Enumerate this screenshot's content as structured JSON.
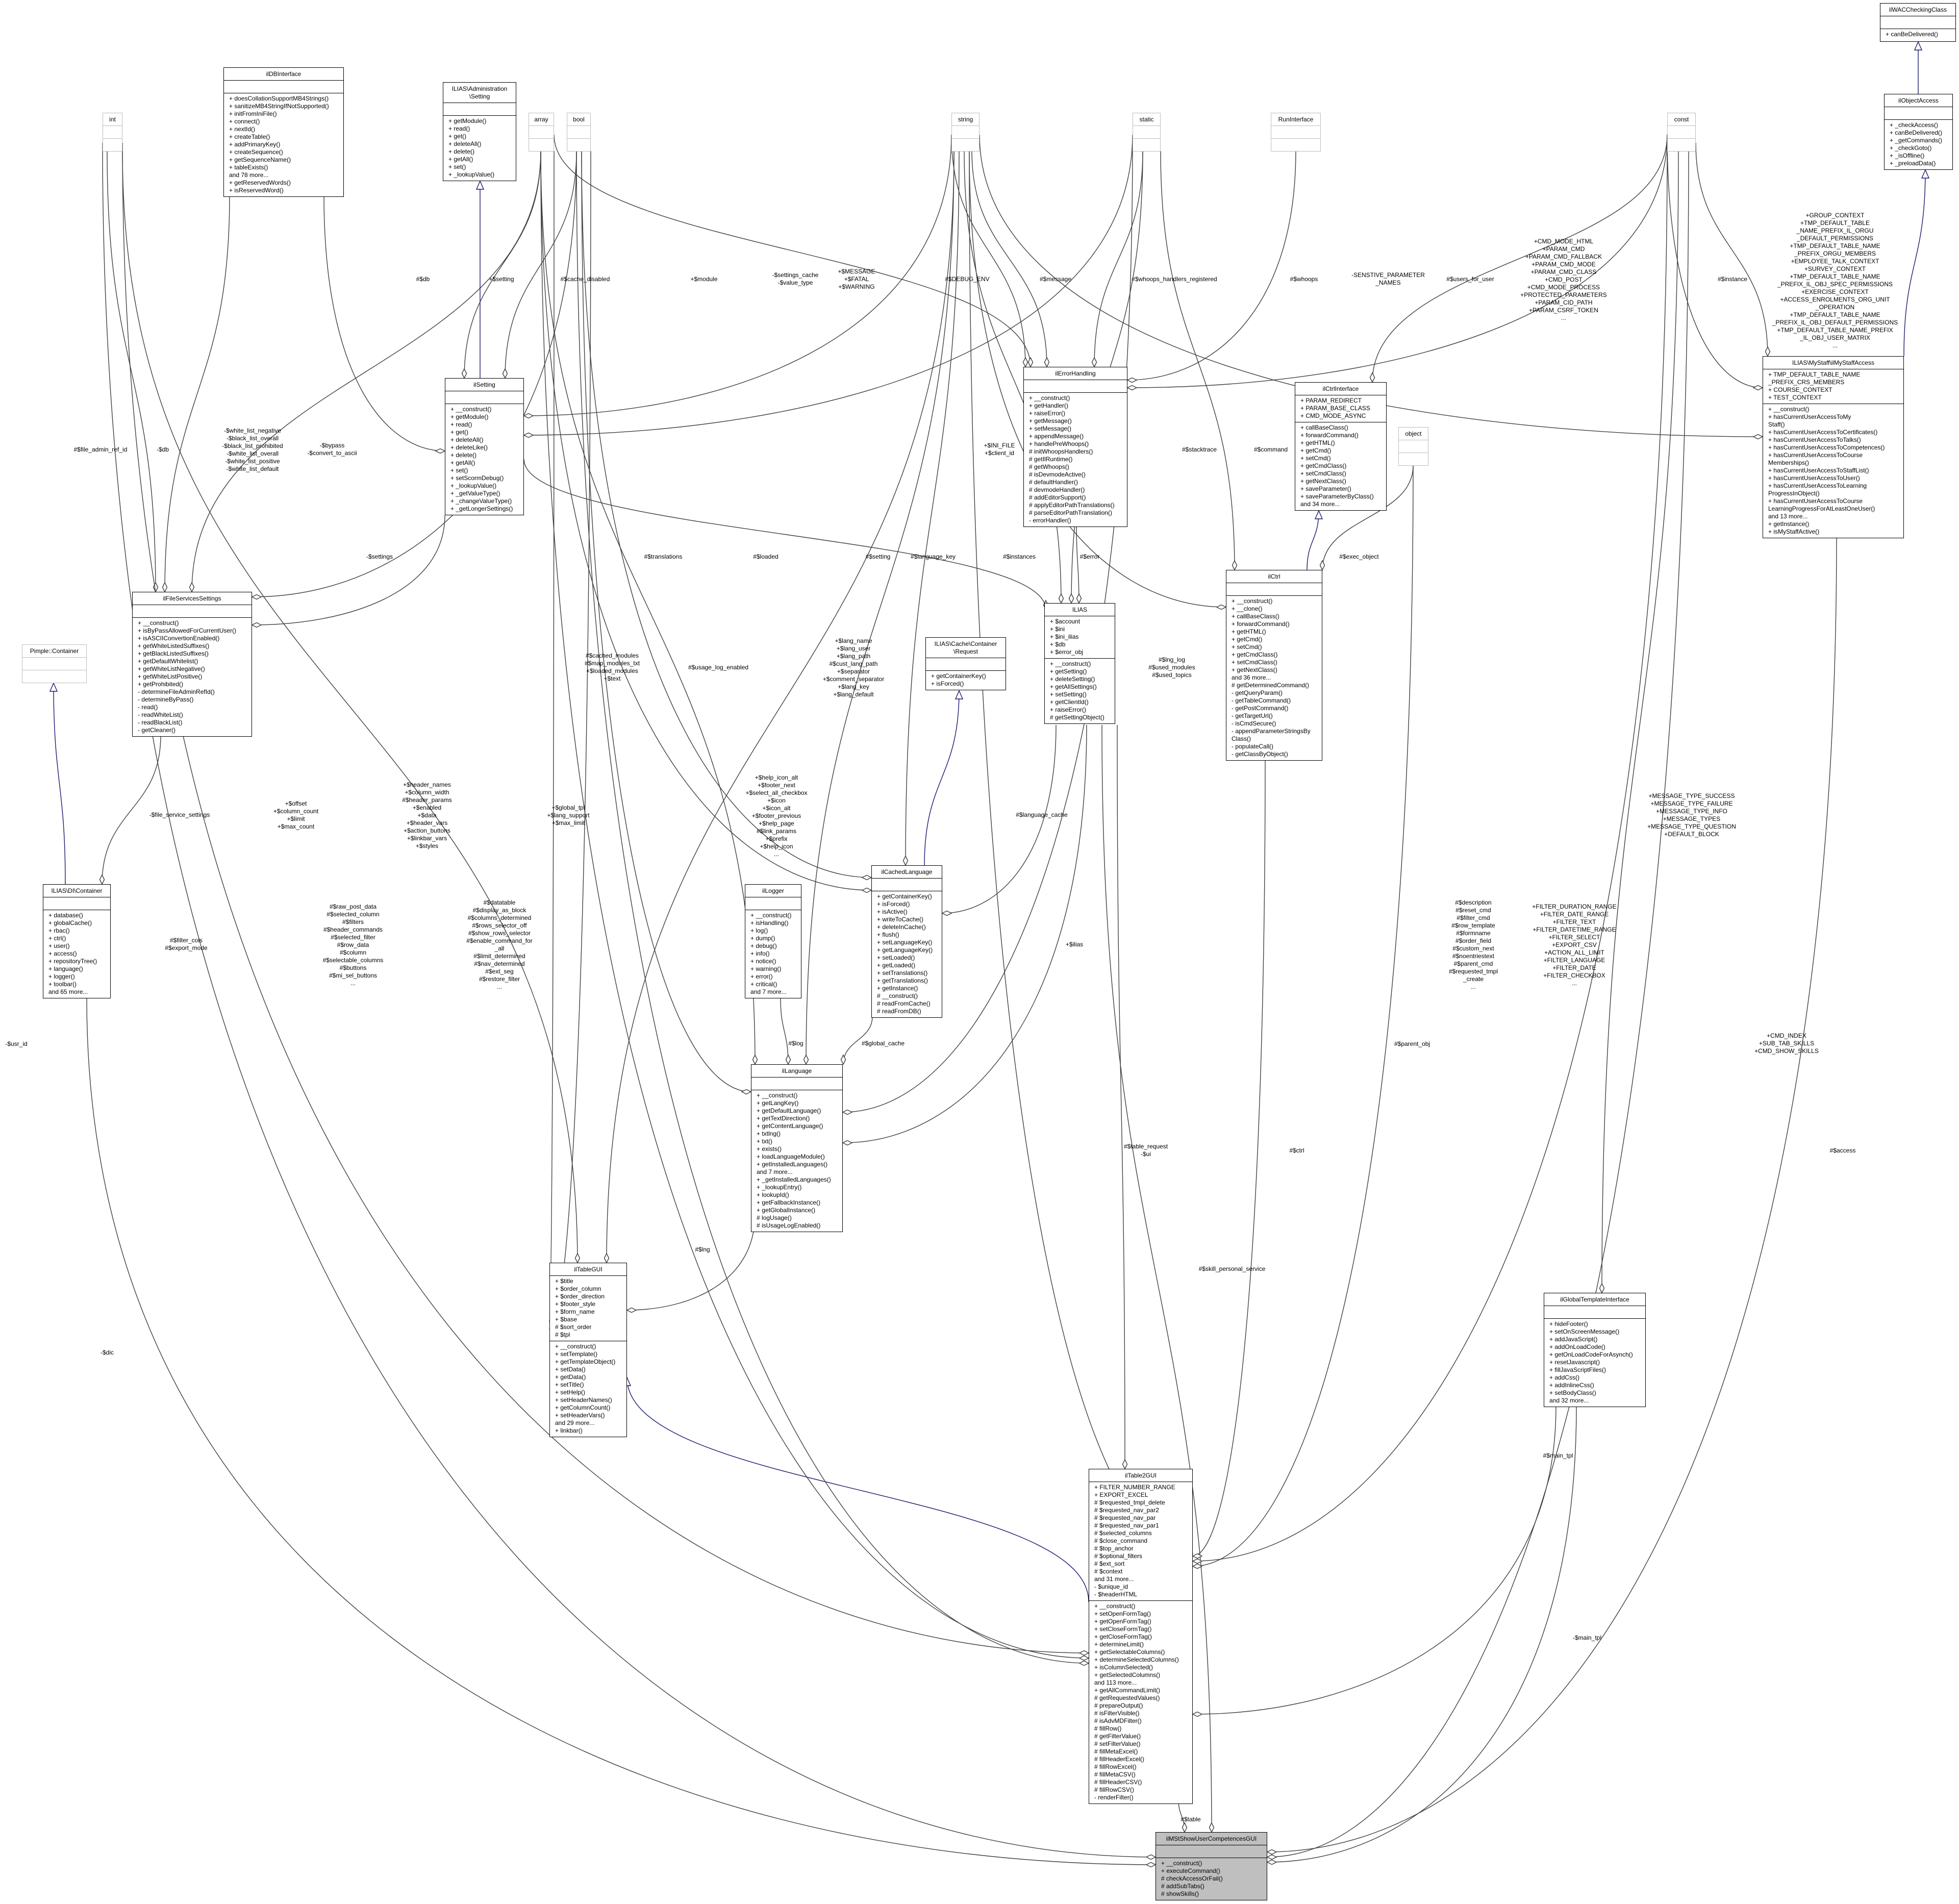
{
  "classes": [
    {
      "id": "wac",
      "name": "ilWACCheckingClass",
      "attributes": [],
      "methods": [
        "+ canBeDelivered()"
      ]
    },
    {
      "id": "objaccess",
      "name": "ilObjectAccess",
      "attributes": [],
      "methods": [
        "+ _checkAccess()",
        "+ canBeDelivered()",
        "+ _getCommands()",
        "+ _checkGoto()",
        "+ _isOffline()",
        "+ _preloadData()"
      ]
    },
    {
      "id": "int",
      "name": "int",
      "type": true,
      "attributes": [],
      "methods": []
    },
    {
      "id": "dbi",
      "name": "ilDBInterface",
      "attributes": [],
      "methods": [
        "+ doesCollationSupportMB4Strings()",
        "+ sanitizeMB4StringIfNotSupported()",
        "+ initFromIniFile()",
        "+ connect()",
        "+ nextId()",
        "+ createTable()",
        "+ addPrimaryKey()",
        "+ createSequence()",
        "+ getSequenceName()",
        "+ tableExists()",
        "and 78 more...",
        "+ getReservedWords()",
        "+ isReservedWord()"
      ]
    },
    {
      "id": "adminsetting",
      "name": "ILIAS\\Administration\n\\Setting",
      "attributes": [],
      "methods": [
        "+ getModule()",
        "+ read()",
        "+ get()",
        "+ deleteAll()",
        "+ delete()",
        "+ getAll()",
        "+ set()",
        "+ _lookupValue()"
      ]
    },
    {
      "id": "array",
      "name": "array",
      "type": true,
      "attributes": [],
      "methods": []
    },
    {
      "id": "bool",
      "name": "bool",
      "type": true,
      "attributes": [],
      "methods": []
    },
    {
      "id": "string",
      "name": "string",
      "type": true,
      "attributes": [],
      "methods": []
    },
    {
      "id": "static",
      "name": "static",
      "type": true,
      "attributes": [],
      "methods": []
    },
    {
      "id": "run",
      "name": "RunInterface",
      "type": true,
      "attributes": [],
      "methods": []
    },
    {
      "id": "const",
      "name": "const",
      "type": true,
      "attributes": [],
      "methods": []
    },
    {
      "id": "ilsetting",
      "name": "ilSetting",
      "attributes": [],
      "methods": [
        "+ __construct()",
        "+ getModule()",
        "+ read()",
        "+ get()",
        "+ deleteAll()",
        "+ deleteLike()",
        "+ delete()",
        "+ getAll()",
        "+ set()",
        "+ setScormDebug()",
        "+ _lookupValue()",
        "+ _getValueType()",
        "+ _changeValueType()",
        "+ _getLongerSettings()"
      ]
    },
    {
      "id": "errhandling",
      "name": "ilErrorHandling",
      "attributes": [],
      "methods": [
        "+ __construct()",
        "+ getHandler()",
        "+ raiseError()",
        "+ getMessage()",
        "+ setMessage()",
        "+ appendMessage()",
        "+ handlePreWhoops()",
        "# initWhoopsHandlers()",
        "# getIlRuntime()",
        "# getWhoops()",
        "# isDevmodeActive()",
        "# defaultHandler()",
        "# devmodeHandler()",
        "# addEditorSupport()",
        "# applyEditorPathTranslations()",
        "# parseEditorPathTranslation()",
        "- errorHandler()"
      ]
    },
    {
      "id": "ctrlif",
      "name": "ilCtrlInterface",
      "attributes": [
        "+ PARAM_REDIRECT",
        "+ PARAM_BASE_CLASS",
        "+ CMD_MODE_ASYNC"
      ],
      "methods": [
        "+ callBaseClass()",
        "+ forwardCommand()",
        "+ getHTML()",
        "+ getCmd()",
        "+ setCmd()",
        "+ getCmdClass()",
        "+ setCmdClass()",
        "+ getNextClass()",
        "+ saveParameter()",
        "+ saveParameterByClass()",
        "and 34 more..."
      ]
    },
    {
      "id": "object",
      "name": "object",
      "type": true,
      "attributes": [],
      "methods": []
    },
    {
      "id": "mystaff",
      "name": "ILIAS\\MyStaff\\ilMyStaffAccess",
      "attributes": [
        "+ TMP_DEFAULT_TABLE_NAME\n_PREFIX_CRS_MEMBERS",
        "+ COURSE_CONTEXT",
        "+ TEST_CONTEXT"
      ],
      "methods": [
        "+ __construct()",
        "+ hasCurrentUserAccessToMy\nStaff()",
        "+ hasCurrentUserAccessToCertificates()",
        "+ hasCurrentUserAccessToTalks()",
        "+ hasCurrentUserAccessToCompetences()",
        "+ hasCurrentUserAccessToCourse\nMemberships()",
        "+ hasCurrentUserAccessToStaffList()",
        "+ hasCurrentUserAccessToUser()",
        "+ hasCurrentUserAccessToLearning\nProgressInObject()",
        "+ hasCurrentUserAccessToCourse\nLearningProgressForAtLeastOneUser()",
        "and 13 more...",
        "+ getInstance()",
        "+ isMyStaffActive()"
      ]
    },
    {
      "id": "filesvc",
      "name": "ilFileServicesSettings",
      "attributes": [],
      "methods": [
        "+ __construct()",
        "+ isByPassAllowedForCurrentUser()",
        "+ isASCIIConvertionEnabled()",
        "+ getWhiteListedSuffixes()",
        "+ getBlackListedSuffixes()",
        "+ getDefaultWhitelist()",
        "+ getWhiteListNegative()",
        "+ getWhiteListPositive()",
        "+ getProhibited()",
        "- determineFileAdminRefId()",
        "- determineByPass()",
        "- read()",
        "- readWhiteList()",
        "- readBlackList()",
        "- getCleaner()"
      ]
    },
    {
      "id": "ilias",
      "name": "ILIAS",
      "attributes": [
        "+ $account",
        "+ $ini",
        "+ $ini_ilias",
        "+ $db",
        "+ $error_obj"
      ],
      "methods": [
        "+ __construct()",
        "+ getSetting()",
        "+ deleteSetting()",
        "+ getAllSettings()",
        "+ setSetting()",
        "+ getClientId()",
        "+ raiseError()",
        "# getSettingObject()"
      ]
    },
    {
      "id": "ilctrl",
      "name": "ilCtrl",
      "attributes": [],
      "methods": [
        "+ __construct()",
        "+ __clone()",
        "+ callBaseClass()",
        "+ forwardCommand()",
        "+ getHTML()",
        "+ getCmd()",
        "+ setCmd()",
        "+ getCmdClass()",
        "+ setCmdClass()",
        "+ getNextClass()",
        "and 36 more...",
        "# getDeterminedCommand()",
        "- getQueryParam()",
        "- getTableCommand()",
        "- getPostCommand()",
        "- getTargetUrl()",
        "- isCmdSecure()",
        "- appendParameterStringsBy\nClass()",
        "- populateCall()",
        "- getClassByObject()"
      ]
    },
    {
      "id": "cachereq",
      "name": "ILIAS\\Cache\\Container\n\\Request",
      "attributes": [],
      "methods": [
        "+ getContainerKey()",
        "+ isForced()"
      ]
    },
    {
      "id": "pimple",
      "name": "Pimple::Container",
      "type": true,
      "attributes": [],
      "methods": []
    },
    {
      "id": "dic",
      "name": "ILIAS\\DI\\Container",
      "attributes": [],
      "methods": [
        "+ database()",
        "+ globalCache()",
        "+ rbac()",
        "+ ctrl()",
        "+ user()",
        "+ access()",
        "+ repositoryTree()",
        "+ language()",
        "+ logger()",
        "+ toolbar()",
        "and 65 more..."
      ]
    },
    {
      "id": "cachedlang",
      "name": "ilCachedLanguage",
      "attributes": [],
      "methods": [
        "+ getContainerKey()",
        "+ isForced()",
        "+ isActive()",
        "+ writeToCache()",
        "+ deleteInCache()",
        "+ flush()",
        "+ setLanguageKey()",
        "+ getLanguageKey()",
        "+ setLoaded()",
        "+ getLoaded()",
        "+ setTranslations()",
        "+ getTranslations()",
        "+ getInstance()",
        "# __construct()",
        "# readFromCache()",
        "# readFromDB()"
      ]
    },
    {
      "id": "logger",
      "name": "ilLogger",
      "attributes": [],
      "methods": [
        "+ __construct()",
        "+ isHandling()",
        "+ log()",
        "+ dump()",
        "+ debug()",
        "+ info()",
        "+ notice()",
        "+ warning()",
        "+ error()",
        "+ critical()",
        "and 7 more..."
      ]
    },
    {
      "id": "language",
      "name": "ilLanguage",
      "attributes": [],
      "methods": [
        "+ __construct()",
        "+ getLangKey()",
        "+ getDefaultLanguage()",
        "+ getTextDirection()",
        "+ getContentLanguage()",
        "+ txtlng()",
        "+ txt()",
        "+ exists()",
        "+ loadLanguageModule()",
        "+ getInstalledLanguages()",
        "and 7 more...",
        "+ _getInstalledLanguages()",
        "+ _lookupEntry()",
        "+ lookupId()",
        "+ getFallbackInstance()",
        "+ getGlobalInstance()",
        "# logUsage()",
        "# isUsageLogEnabled()"
      ]
    },
    {
      "id": "tablegui",
      "name": "ilTableGUI",
      "attributes": [
        "+ $title",
        "+ $order_column",
        "+ $order_direction",
        "+ $footer_style",
        "+ $form_name",
        "+ $base",
        "# $sort_order",
        "# $tpl"
      ],
      "methods": [
        "+ __construct()",
        "+ setTemplate()",
        "+ getTemplateObject()",
        "+ setData()",
        "+ getData()",
        "+ setTitle()",
        "+ setHelp()",
        "+ setHeaderNames()",
        "+ getColumnCount()",
        "+ setHeaderVars()",
        "and 29 more...",
        "+ linkbar()"
      ]
    },
    {
      "id": "globaltpl",
      "name": "ilGlobalTemplateInterface",
      "attributes": [],
      "methods": [
        "+ hideFooter()",
        "+ setOnScreenMessage()",
        "+ addJavaScript()",
        "+ addOnLoadCode()",
        "+ getOnLoadCodeForAsynch()",
        "+ resetJavascript()",
        "+ fillJavaScriptFiles()",
        "+ addCss()",
        "+ addInlineCss()",
        "+ setBodyClass()",
        "and 32 more..."
      ]
    },
    {
      "id": "table2gui",
      "name": "ilTable2GUI",
      "attributes": [
        "+ FILTER_NUMBER_RANGE",
        "+ EXPORT_EXCEL",
        "# $requested_tmpl_delete",
        "# $requested_nav_par2",
        "# $requested_nav_par",
        "# $requested_nav_par1",
        "# $selected_columns",
        "# $close_command",
        "# $top_anchor",
        "# $optional_filters",
        "# $ext_sort",
        "# $context",
        "and 31 more...",
        "- $unique_id",
        "- $headerHTML"
      ],
      "methods": [
        "+ __construct()",
        "+ setOpenFormTag()",
        "+ getOpenFormTag()",
        "+ setCloseFormTag()",
        "+ getCloseFormTag()",
        "+ determineLimit()",
        "+ getSelectableColumns()",
        "+ determineSelectedColumns()",
        "+ isColumnSelected()",
        "+ getSelectedColumns()",
        "and 113 more...",
        "+ getAllCommandLimit()",
        "# getRequestedValues()",
        "# prepareOutput()",
        "# isFilterVisible()",
        "# isAdvMDFilter()",
        "# fillRow()",
        "# getFilterValue()",
        "# setFilterValue()",
        "# fillMetaExcel()",
        "# fillHeaderExcel()",
        "# fillRowExcel()",
        "# fillMetaCSV()",
        "# fillHeaderCSV()",
        "# fillRowCSV()",
        "- renderFilter()"
      ]
    },
    {
      "id": "main",
      "name": "ilMStShowUserCompetencesGUI",
      "main": true,
      "attributes": [],
      "methods": [
        "+ __construct()",
        "+ executeCommand()",
        "# checkAccessOrFail()",
        "# addSubTabs()",
        "# showSkills()"
      ]
    }
  ],
  "edge_labels": [
    "#$db",
    "+$setting",
    "#$cache_disabled",
    "+$module",
    "-$settings_cache\n-$value_type",
    "+$MESSAGE\n+$FATAL\n+$WARNING",
    "#$DEBUG_ENV",
    "#$message",
    "#$whoops_handlers_registered",
    "#$whoops",
    "-SENSTIVE_PARAMETER\n_NAMES",
    "#$users_for_user",
    "+CMD_MODE_HTML\n+PARAM_CMD\n+PARAM_CMD_FALLBACK\n+PARAM_CMD_MODE\n+PARAM_CMD_CLASS\n+CMD_POST\n+CMD_MODE_PROCESS\n+PROTECTED_PARAMETERS\n+PARAM_CID_PATH\n+PARAM_CSRF_TOKEN\n...",
    "#$instance",
    "+GROUP_CONTEXT\n+TMP_DEFAULT_TABLE\n_NAME_PREFIX_IL_ORGU\n_DEFAULT_PERMISSIONS\n+TMP_DEFAULT_TABLE_NAME\n_PREFIX_ORGU_MEMBERS\n+EMPLOYEE_TALK_CONTEXT\n+SURVEY_CONTEXT\n+TMP_DEFAULT_TABLE_NAME\n_PREFIX_IL_OBJ_SPEC_PERMISSIONS\n+EXERCISE_CONTEXT\n+ACCESS_ENROLMENTS_ORG_UNIT\n_OPERATION\n+TMP_DEFAULT_TABLE_NAME\n_PREFIX_IL_OBJ_DEFAULT_PERMISSIONS\n+TMP_DEFAULT_TABLE_NAME_PREFIX\n_IL_OBJ_USER_MATRIX\n...",
    "#$file_admin_ref_id",
    "-$db",
    "-$white_list_negative\n-$black_list_overall\n-$black_list_prohibited\n-$white_list_overall\n-$white_list_positive\n-$white_list_default",
    "-$bypass\n-$convert_to_ascii",
    "+$INI_FILE\n+$client_id",
    "#$stacktrace",
    "#$command",
    "-$settings",
    "#$translations",
    "#$loaded",
    "#$setting",
    "#$language_key",
    "#$instances",
    "#$error",
    "#$exec_object",
    "#$cached_modules\n#$map_modules_txt\n+$loaded_modules\n+$text",
    "#$usage_log_enabled",
    "+$lang_name\n+$lang_user\n+$lang_path\n#$cust_lang_path\n+$separator\n+$comment_separator\n+$lang_key\n+$lang_default",
    "#$lng_log\n#$used_modules\n#$used_topics",
    "+$help_icon_alt\n+$footer_next\n+$select_all_checkbox\n+$icon\n+$icon_alt\n+$footer_previous\n+$help_page\n#$link_params\n+$prefix\n+$help_icon\n...",
    "-$file_service_settings",
    "+$offset\n+$column_count\n+$limit\n+$max_count",
    "+$header_names\n+$column_width\n#$header_params\n+$enabled\n+$data\n+$header_vars\n+$action_buttons\n+$linkbar_vars\n+$styles",
    "+$global_tpl\n+$lang_support\n+$max_limit",
    "#$language_cache",
    "+MESSAGE_TYPE_SUCCESS\n+MESSAGE_TYPE_FAILURE\n+MESSAGE_TYPE_INFO\n+MESSAGE_TYPES\n+MESSAGE_TYPE_QUESTION\n+DEFAULT_BLOCK",
    "#$raw_post_data\n#$selected_column\n#$filters\n#$header_commands\n#$selected_filter\n#$row_data\n#$column\n#$selectable_columns\n#$buttons\n#$mi_sel_buttons\n...",
    "#$datatable\n#$display_as_block\n#$columns_determined\n#$rows_selector_off\n#$show_rows_selector\n#$enable_command_for\n_all\n#$limit_determined\n#$nav_determined\n#$ext_seg\n#$restore_filter\n...",
    "#$filter_cols\n#$export_mode",
    "#$description\n#$reset_cmd\n#$filter_cmd\n#$row_template\n#$formname\n#$order_field\n#$custom_next\n#$noentriestext\n#$parent_cmd\n#$requested_tmpl\n_create\n...",
    "+FILTER_DURATION_RANGE\n+FILTER_DATE_RANGE\n+FILTER_TEXT\n+FILTER_DATETIME_RANGE\n+FILTER_SELECT\n+EXPORT_CSV\n+ACTION_ALL_LIMIT\n+FILTER_LANGUAGE\n+FILTER_DATE\n+FILTER_CHECKBOX\n...",
    "+$ilias",
    "-$usr_id",
    "#$log",
    "#$global_cache",
    "#$parent_obj",
    "+CMD_INDEX\n+SUB_TAB_SKILLS\n+CMD_SHOW_SKILLS",
    "#$table_request\n-$ui",
    "#$ctrl",
    "#$access",
    "#$lng",
    "#$skill_personal_service",
    "-$dic",
    "#$main_tpl",
    "-$main_tpl",
    "#$table"
  ],
  "colors": {
    "inheritance_edge": "#191970",
    "aggregation_edge": "#404040",
    "main_class_fill": "#bfbfbf",
    "type_border": "#bdbdbd"
  }
}
